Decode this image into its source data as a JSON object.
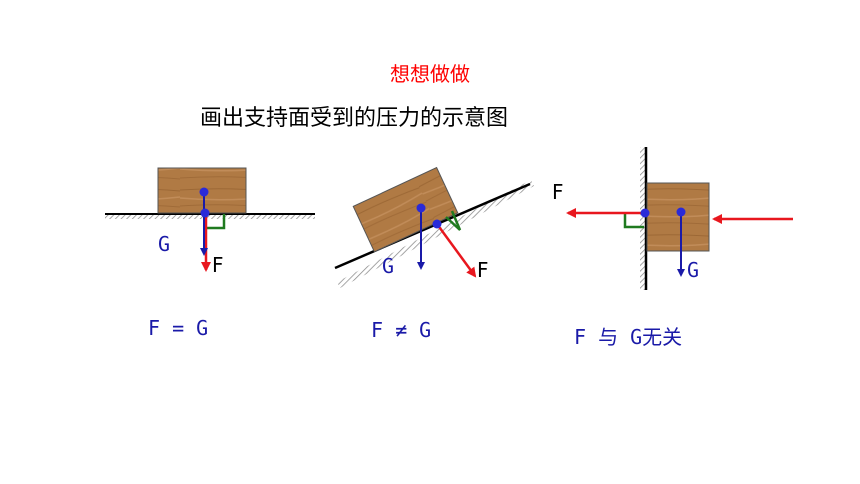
{
  "title": "想想做做",
  "subtitle": "画出支持面受到的压力的示意图",
  "diagrams": [
    {
      "g_label": "G",
      "f_label": "F",
      "equation": "F = G"
    },
    {
      "g_label": "G",
      "f_label": "F",
      "equation": "F ≠ G"
    },
    {
      "g_label": "G",
      "f_label": "F",
      "equation": "F 与 G无关"
    }
  ],
  "colors": {
    "title": "#ff0000",
    "gravity_arrow": "#1a1aa8",
    "pressure_arrow": "#e8171e",
    "block": "#b07a44",
    "right_angle": "#1f7a1f"
  }
}
